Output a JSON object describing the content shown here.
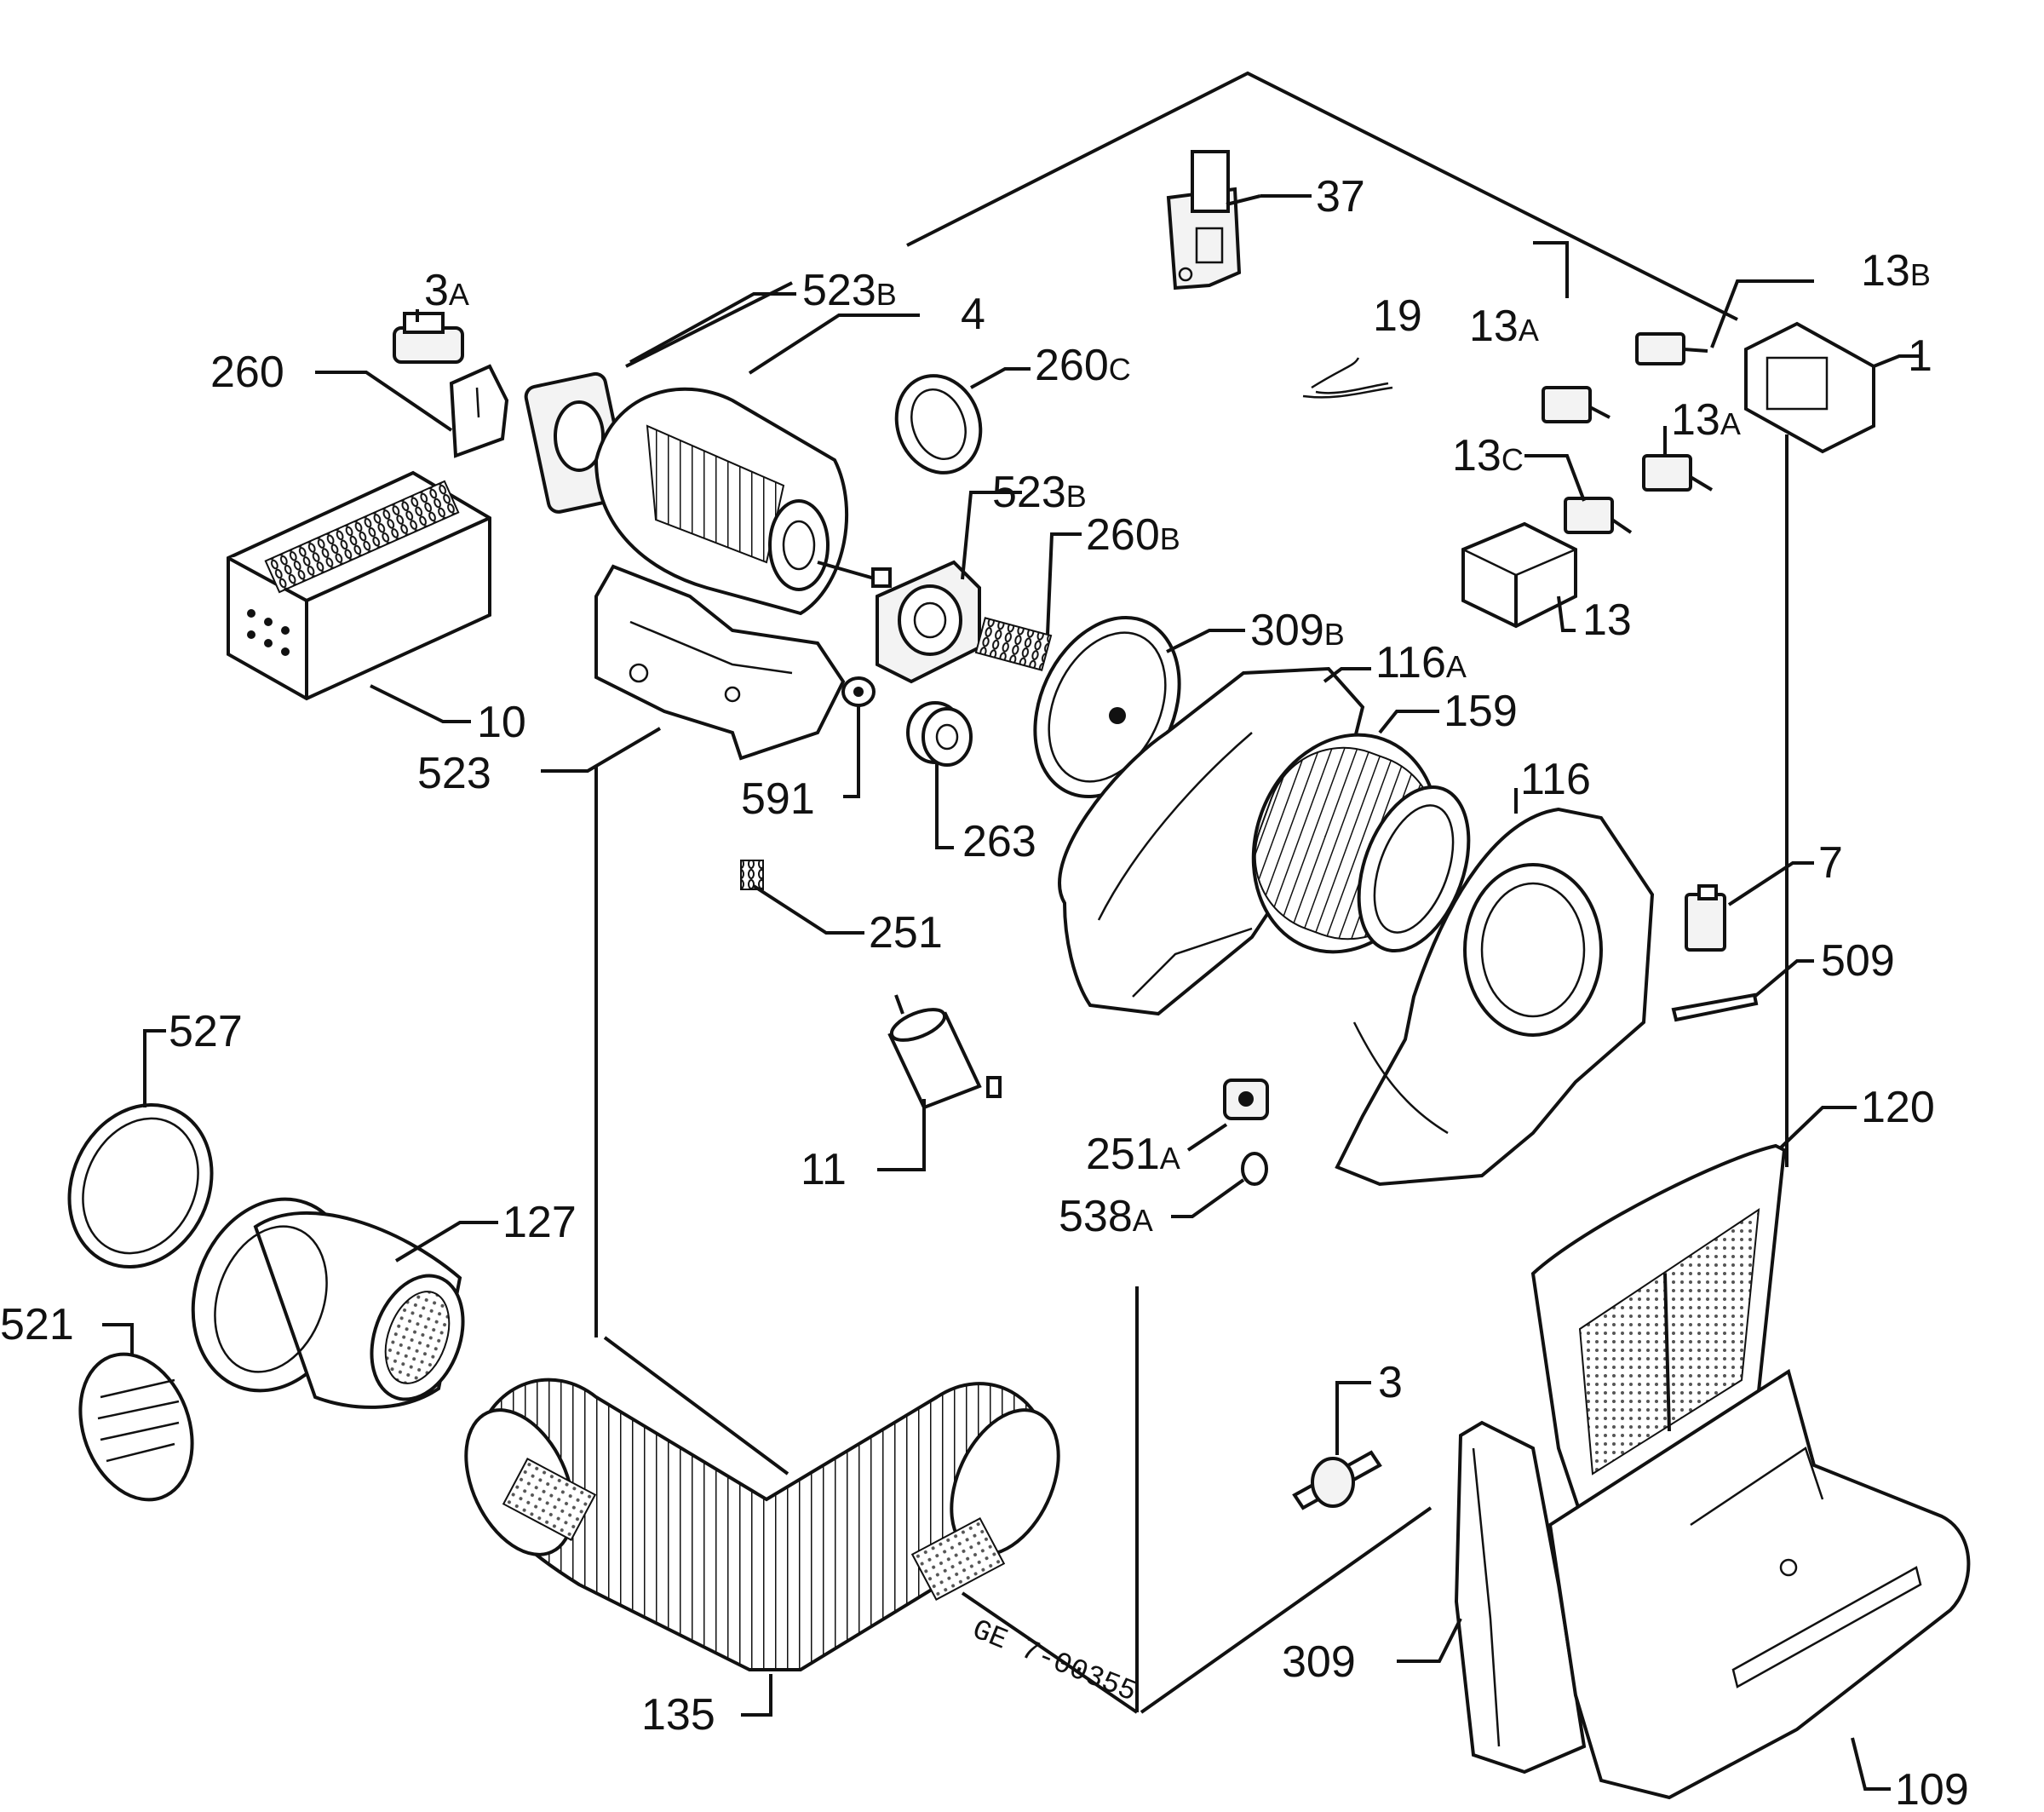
{
  "drawing_number": "GE 7-00355",
  "labels": [
    {
      "id": "37",
      "text": "37"
    },
    {
      "id": "3a",
      "text": "3",
      "suffix": "A"
    },
    {
      "id": "523b-top",
      "text": "523",
      "suffix": "B"
    },
    {
      "id": "4",
      "text": "4"
    },
    {
      "id": "260",
      "text": "260"
    },
    {
      "id": "260c",
      "text": "260",
      "suffix": "C"
    },
    {
      "id": "19",
      "text": "19"
    },
    {
      "id": "13a-left",
      "text": "13",
      "suffix": "A"
    },
    {
      "id": "13b",
      "text": "13",
      "suffix": "B"
    },
    {
      "id": "1",
      "text": "1"
    },
    {
      "id": "13a-right",
      "text": "13",
      "suffix": "A"
    },
    {
      "id": "13c",
      "text": "13",
      "suffix": "C"
    },
    {
      "id": "523b-mid",
      "text": "523",
      "suffix": "B"
    },
    {
      "id": "260b",
      "text": "260",
      "suffix": "B"
    },
    {
      "id": "13",
      "text": "13"
    },
    {
      "id": "309b",
      "text": "309",
      "suffix": "B"
    },
    {
      "id": "116a",
      "text": "116",
      "suffix": "A"
    },
    {
      "id": "10",
      "text": "10"
    },
    {
      "id": "159",
      "text": "159"
    },
    {
      "id": "523",
      "text": "523"
    },
    {
      "id": "591",
      "text": "591"
    },
    {
      "id": "116",
      "text": "116"
    },
    {
      "id": "263",
      "text": "263"
    },
    {
      "id": "7",
      "text": "7"
    },
    {
      "id": "251",
      "text": "251"
    },
    {
      "id": "509",
      "text": "509"
    },
    {
      "id": "527",
      "text": "527"
    },
    {
      "id": "120",
      "text": "120"
    },
    {
      "id": "251a",
      "text": "251",
      "suffix": "A"
    },
    {
      "id": "11",
      "text": "11"
    },
    {
      "id": "538a",
      "text": "538",
      "suffix": "A"
    },
    {
      "id": "127",
      "text": "127"
    },
    {
      "id": "521",
      "text": "521"
    },
    {
      "id": "3",
      "text": "3"
    },
    {
      "id": "309",
      "text": "309"
    },
    {
      "id": "135",
      "text": "135"
    },
    {
      "id": "109",
      "text": "109"
    }
  ]
}
